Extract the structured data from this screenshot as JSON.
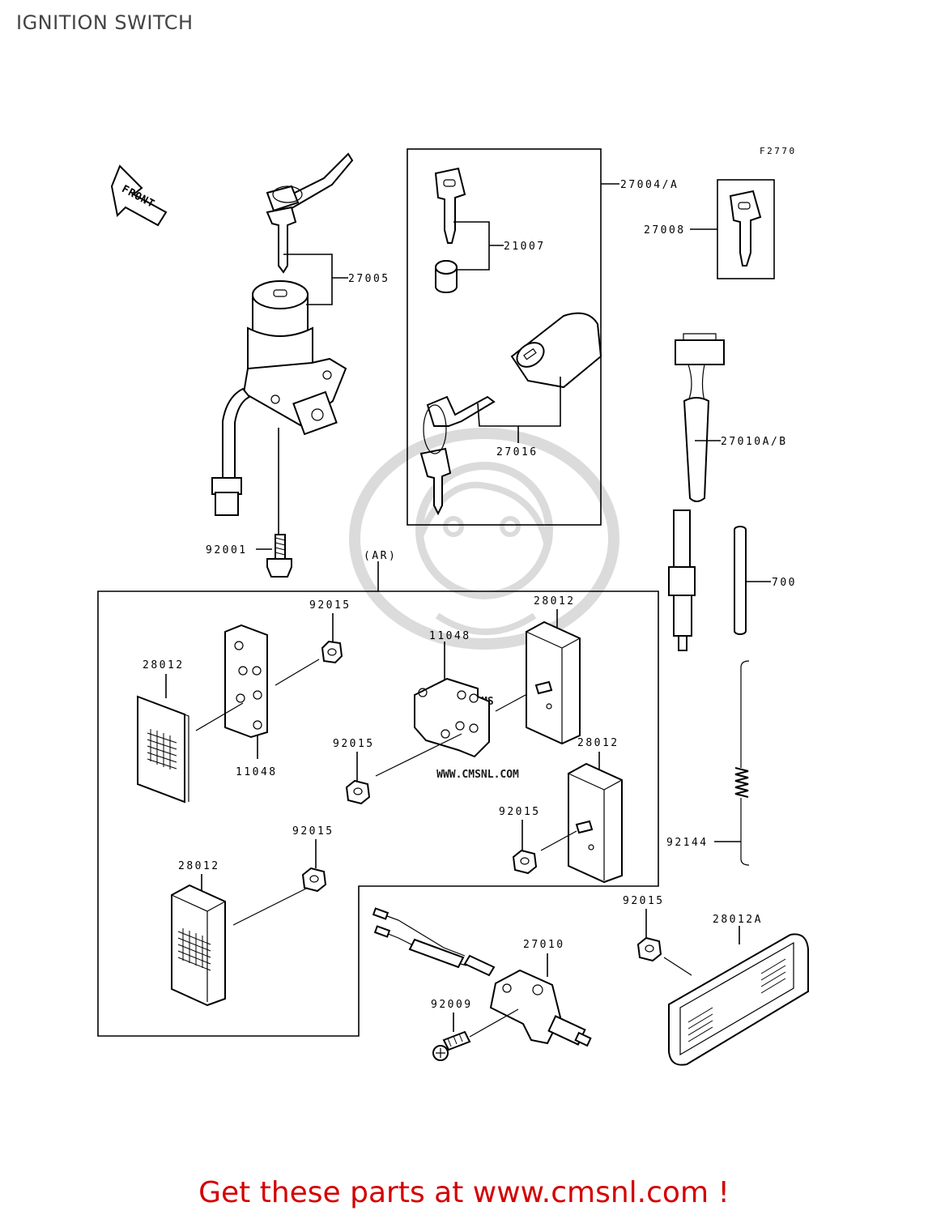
{
  "page": {
    "title": "IGNITION SWITCH",
    "figure_code": "F2770",
    "footer": "Get these parts at www.cmsnl.com !",
    "watermark_text": "WWW.CMSNL.COM",
    "watermark_logo": "CMS"
  },
  "front_indicator": "FRONT",
  "callouts": {
    "p27005": "27005",
    "p27004a": "27004/A",
    "p21007": "21007",
    "p27016": "27016",
    "p27008": "27008",
    "p27010ab": "27010A/B",
    "p92001": "92001",
    "ar": "(AR)",
    "p700": "700",
    "p92015_a": "92015",
    "p28012_top": "28012",
    "p11048_mid": "11048",
    "p28012_left": "28012",
    "p11048_left": "11048",
    "p92015_b": "92015",
    "p28012_right": "28012",
    "p92015_c": "92015",
    "p92015_d": "92015",
    "p92144": "92144",
    "p28012_bottom": "28012",
    "p92015_e": "92015",
    "p28012a": "28012A",
    "p27010": "27010",
    "p92009": "92009"
  },
  "icons": {
    "front": "front-arrow-icon",
    "key": "key-icon"
  },
  "colors": {
    "footer": "#d40000",
    "watermark": "#d8d8d8",
    "lines": "#000000"
  }
}
